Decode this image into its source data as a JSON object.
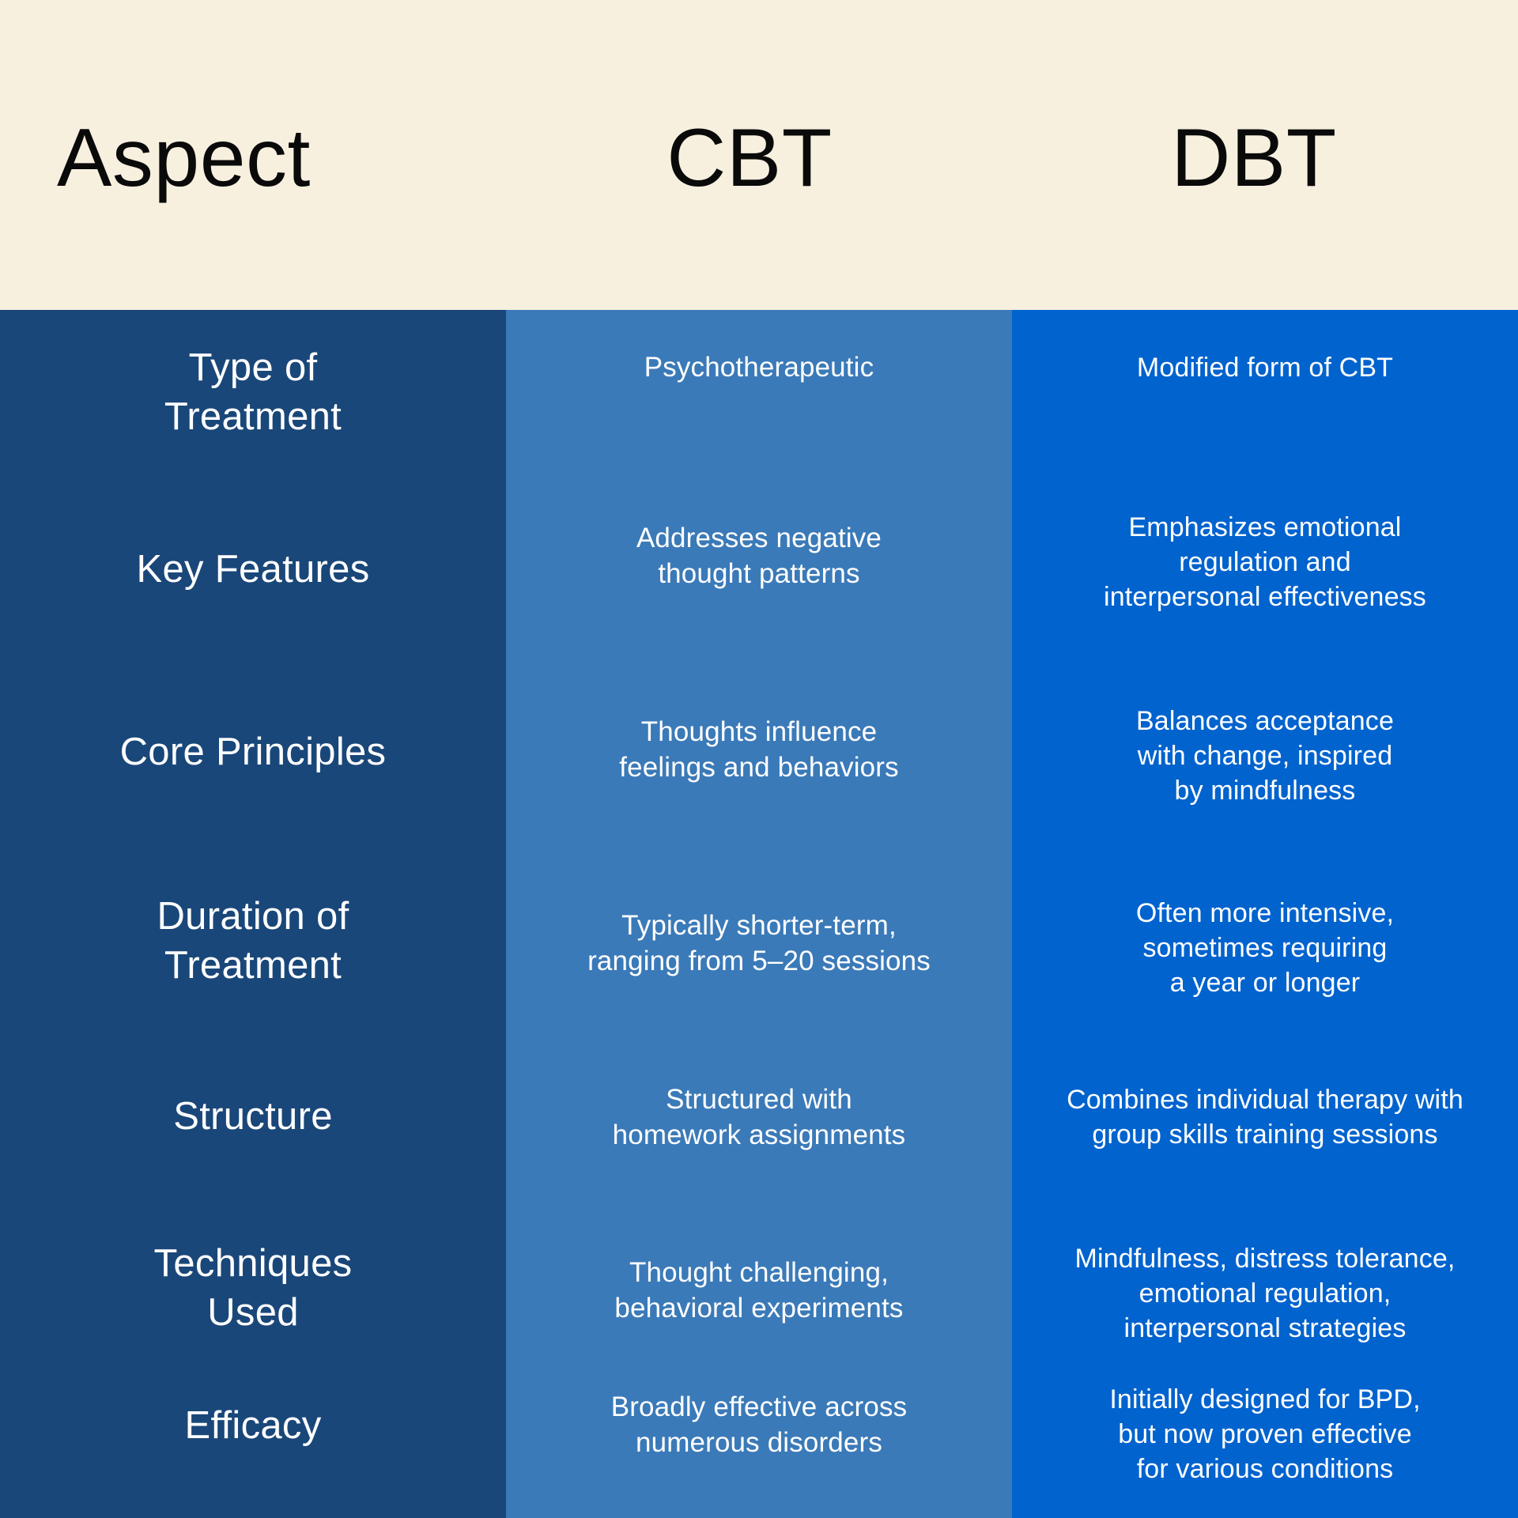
{
  "theme": {
    "header_background": "#F7F0DF",
    "aspect_column_color": "#1A4779",
    "cbt_column_color": "#3B7AB8",
    "dbt_column_color": "#0163CE",
    "header_text_color": "#0A0A0A",
    "body_text_color": "#FFFFFF"
  },
  "header": {
    "aspect": "Aspect",
    "cbt": "CBT",
    "dbt": "DBT"
  },
  "rows": [
    {
      "aspect": "Type of\nTreatment",
      "cbt": "Psychotherapeutic",
      "dbt": "Modified form of CBT"
    },
    {
      "aspect": "Key Features",
      "cbt": "Addresses negative\nthought patterns",
      "dbt": "Emphasizes emotional\nregulation and\ninterpersonal effectiveness"
    },
    {
      "aspect": "Core Principles",
      "cbt": "Thoughts influence\nfeelings and behaviors",
      "dbt": "Balances acceptance\nwith change, inspired\nby mindfulness"
    },
    {
      "aspect": "Duration of\nTreatment",
      "cbt": "Typically shorter-term,\nranging from 5–20 sessions",
      "dbt": "Often more intensive,\nsometimes requiring\na year or longer"
    },
    {
      "aspect": "Structure",
      "cbt": "Structured with\nhomework assignments",
      "dbt": "Combines individual therapy with\ngroup skills training sessions"
    },
    {
      "aspect": "Techniques\nUsed",
      "cbt": "Thought challenging,\nbehavioral experiments",
      "dbt": "Mindfulness, distress tolerance,\nemotional regulation,\ninterpersonal strategies"
    },
    {
      "aspect": "Efficacy",
      "cbt": "Broadly effective across\nnumerous disorders",
      "dbt": "Initially designed for BPD,\nbut now proven effective\nfor various conditions"
    }
  ]
}
